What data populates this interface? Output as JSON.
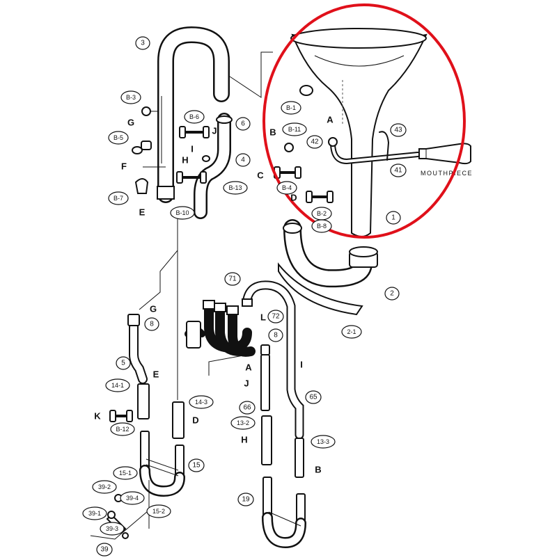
{
  "diagram": {
    "caption_mouthpiece": "MOUTHPIECE",
    "highlight_color": "#e0101a",
    "ink_color": "#111111",
    "ring_labels": [
      {
        "id": "r3",
        "text": "3"
      },
      {
        "id": "rB3",
        "text": "B-3"
      },
      {
        "id": "rB6",
        "text": "B-6"
      },
      {
        "id": "r6",
        "text": "6"
      },
      {
        "id": "rB5",
        "text": "B-5"
      },
      {
        "id": "r4",
        "text": "4"
      },
      {
        "id": "rB13",
        "text": "B-13"
      },
      {
        "id": "rB7",
        "text": "B-7"
      },
      {
        "id": "rB10",
        "text": "B-10"
      },
      {
        "id": "rB1",
        "text": "B-1"
      },
      {
        "id": "rB11",
        "text": "B-11"
      },
      {
        "id": "r43",
        "text": "43"
      },
      {
        "id": "r42",
        "text": "42"
      },
      {
        "id": "r41",
        "text": "41"
      },
      {
        "id": "rB4",
        "text": "B-4"
      },
      {
        "id": "rB2",
        "text": "B-2"
      },
      {
        "id": "rB8",
        "text": "B-8"
      },
      {
        "id": "r1",
        "text": "1"
      },
      {
        "id": "r2",
        "text": "2"
      },
      {
        "id": "r2-1",
        "text": "2-1"
      },
      {
        "id": "r71",
        "text": "71"
      },
      {
        "id": "r72",
        "text": "72"
      },
      {
        "id": "r8a",
        "text": "8"
      },
      {
        "id": "r8b",
        "text": "8"
      },
      {
        "id": "r5",
        "text": "5"
      },
      {
        "id": "r14-1",
        "text": "14-1"
      },
      {
        "id": "r14-3",
        "text": "14-3"
      },
      {
        "id": "rB12",
        "text": "B-12"
      },
      {
        "id": "r66",
        "text": "66"
      },
      {
        "id": "r65",
        "text": "65"
      },
      {
        "id": "r13-2",
        "text": "13-2"
      },
      {
        "id": "r13-3",
        "text": "13-3"
      },
      {
        "id": "r15",
        "text": "15"
      },
      {
        "id": "r15-1",
        "text": "15-1"
      },
      {
        "id": "r39-2",
        "text": "39-2"
      },
      {
        "id": "r39-4",
        "text": "39-4"
      },
      {
        "id": "r39-1",
        "text": "39-1"
      },
      {
        "id": "r15-2",
        "text": "15-2"
      },
      {
        "id": "r39-3",
        "text": "39-3"
      },
      {
        "id": "r39",
        "text": "39"
      },
      {
        "id": "r19",
        "text": "19"
      }
    ],
    "connection_letters": [
      {
        "id": "G1",
        "text": "G"
      },
      {
        "id": "J1",
        "text": "J"
      },
      {
        "id": "I1",
        "text": "I"
      },
      {
        "id": "H1",
        "text": "H"
      },
      {
        "id": "F1",
        "text": "F"
      },
      {
        "id": "E1",
        "text": "E"
      },
      {
        "id": "A1",
        "text": "A"
      },
      {
        "id": "B1",
        "text": "B"
      },
      {
        "id": "C1",
        "text": "C"
      },
      {
        "id": "D1",
        "text": "D"
      },
      {
        "id": "G2",
        "text": "G"
      },
      {
        "id": "L1",
        "text": "L"
      },
      {
        "id": "A2",
        "text": "A"
      },
      {
        "id": "I2",
        "text": "I"
      },
      {
        "id": "E2",
        "text": "E"
      },
      {
        "id": "J2",
        "text": "J"
      },
      {
        "id": "K1",
        "text": "K"
      },
      {
        "id": "D2",
        "text": "D"
      },
      {
        "id": "H2",
        "text": "H"
      },
      {
        "id": "B2",
        "text": "B"
      }
    ]
  }
}
